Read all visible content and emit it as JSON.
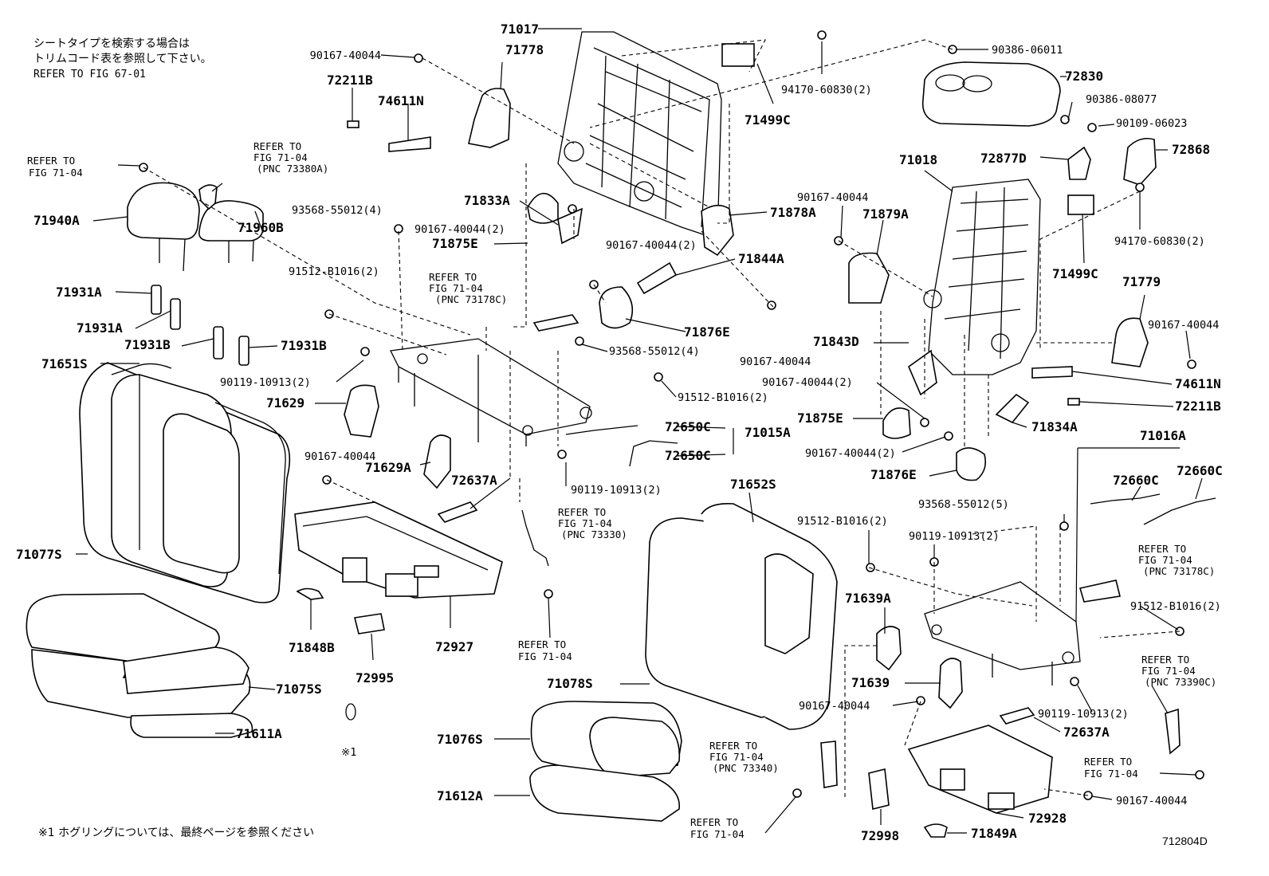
{
  "notes": {
    "jp_line1": "シートタイプを検索する場合は",
    "jp_line2": "トリムコード表を参照して下さい。",
    "refer_fig": "REFER TO FIG 67-01",
    "footnote": "※1 ホグリングについては、最終ページを参照ください",
    "footnote_mark": "※1",
    "diagram_id": "712804D"
  },
  "labels": [
    "71017",
    "71778",
    "90167-40044",
    "72211B",
    "74611N",
    "REFER TO",
    "FIG 71-04",
    "REFER TO",
    "FIG 71-04",
    "(PNC 73380A)",
    "71940A",
    "71960B",
    "93568-55012(4)",
    "90167-40044(2)",
    "71931A",
    "71931A",
    "71931B",
    "71931B",
    "91512-B1016(2)",
    "REFER TO",
    "FIG 71-04",
    "(PNC 73178C)",
    "71833A",
    "71875E",
    "90167-40044(2)",
    "71844A",
    "71878A",
    "71876E",
    "93568-55012(4)",
    "90167-40044",
    "71651S",
    "90119-10913(2)",
    "71629",
    "91512-B1016(2)",
    "72650C",
    "71015A",
    "72650C",
    "90167-40044",
    "71629A",
    "72637A",
    "90119-10913(2)",
    "REFER TO",
    "FIG 71-04",
    "(PNC 73330)",
    "71077S",
    "71848B",
    "72995",
    "72927",
    "REFER TO",
    "FIG 71-04",
    "71075S",
    "71611A",
    "※1",
    "71652S",
    "71078S",
    "71076S",
    "71612A",
    "90386-06011",
    "72830",
    "94170-60830(2)",
    "71499C",
    "90386-08077",
    "90109-06023",
    "72868",
    "71018",
    "72877D",
    "90167-40044",
    "71879A",
    "94170-60830(2)",
    "71499C",
    "71779",
    "90167-40044",
    "71843D",
    "90167-40044(2)",
    "74611N",
    "72211B",
    "71875E",
    "71834A",
    "90167-40044(2)",
    "71016A",
    "71876E",
    "72660C",
    "72660C",
    "93568-55012(5)",
    "91512-B1016(2)",
    "90119-10913(2)",
    "REFER TO",
    "FIG 71-04",
    "(PNC 73178C)",
    "91512-B1016(2)",
    "71639A",
    "REFER TO",
    "FIG 71-04",
    "(PNC 73390C)",
    "71639",
    "90119-10913(2)",
    "90167-40044",
    "72637A",
    "REFER TO",
    "FIG 71-04",
    "(PNC 73340)",
    "REFER TO",
    "FIG 71-04",
    "90167-40044",
    "72928",
    "REFER TO",
    "FIG 71-04",
    "72998",
    "71849A"
  ]
}
